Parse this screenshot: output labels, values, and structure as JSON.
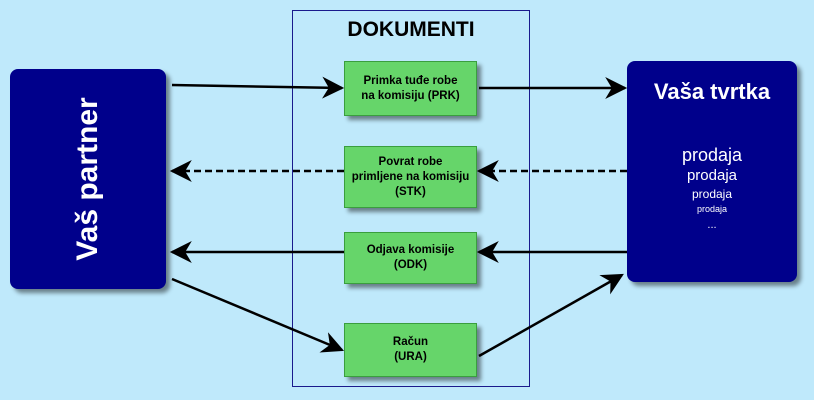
{
  "documents_title": "DOKUMENTI",
  "partner": {
    "label": "Vaš partner"
  },
  "company": {
    "name": "Vaša tvrtka",
    "sales": [
      "prodaja",
      "prodaja",
      "prodaja",
      "prodaja",
      "..."
    ]
  },
  "documents": [
    {
      "line1": "Primka tuđe robe",
      "line2": "na komisiju (PRK)",
      "line3": ""
    },
    {
      "line1": "Povrat robe",
      "line2": "primljene na komisiju",
      "line3": "(STK)"
    },
    {
      "line1": "Odjava komisije",
      "line2": "(ODK)",
      "line3": ""
    },
    {
      "line1": "Račun",
      "line2": "(URA)",
      "line3": ""
    }
  ],
  "colors": {
    "background": "#bfe9fb",
    "party_box": "#00008b",
    "document_box": "#66d56a",
    "frame": "#1a1a8c"
  }
}
